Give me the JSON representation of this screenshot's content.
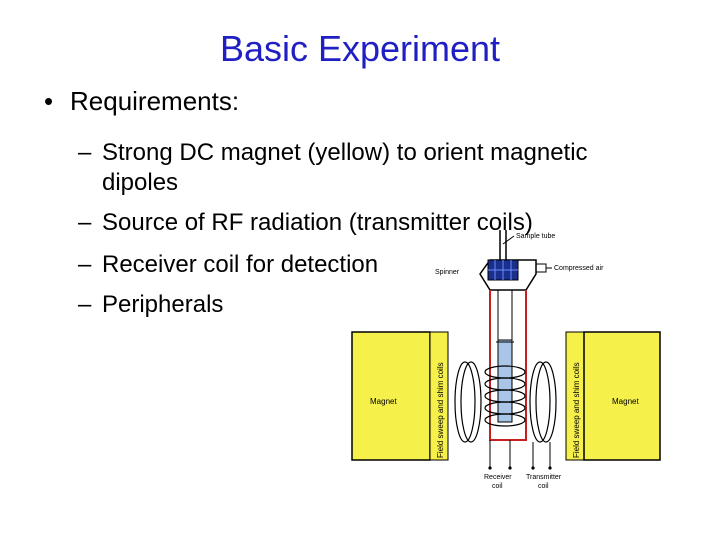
{
  "title": "Basic Experiment",
  "bullet": "Requirements:",
  "subitems": [
    "Strong DC magnet (yellow) to orient magnetic dipoles",
    "Source of RF radiation (transmitter coils)",
    "Receiver coil for detection",
    "Peripherals"
  ],
  "subitem0_line1": "Strong DC magnet (yellow) to orient magnetic",
  "subitem0_line2": "dipoles",
  "diagram": {
    "sample_tube": "Sample tube",
    "spinner": "Spinner",
    "compressed_air": "Compressed air",
    "magnet_left": "Magnet",
    "magnet_right": "Magnet",
    "shim_left": "Field sweep and shim coils",
    "shim_right": "Field sweep and shim coils",
    "receiver_line1": "Receiver",
    "receiver_line2": "coil",
    "transmitter_line1": "Transmitter",
    "transmitter_line2": "coil"
  },
  "colors": {
    "title": "#1f1fc4",
    "magnet": "#f5f04a",
    "spinner": "#1a2e8c",
    "rf_line": "#c81e1e",
    "sample": "#a9c6e8"
  }
}
